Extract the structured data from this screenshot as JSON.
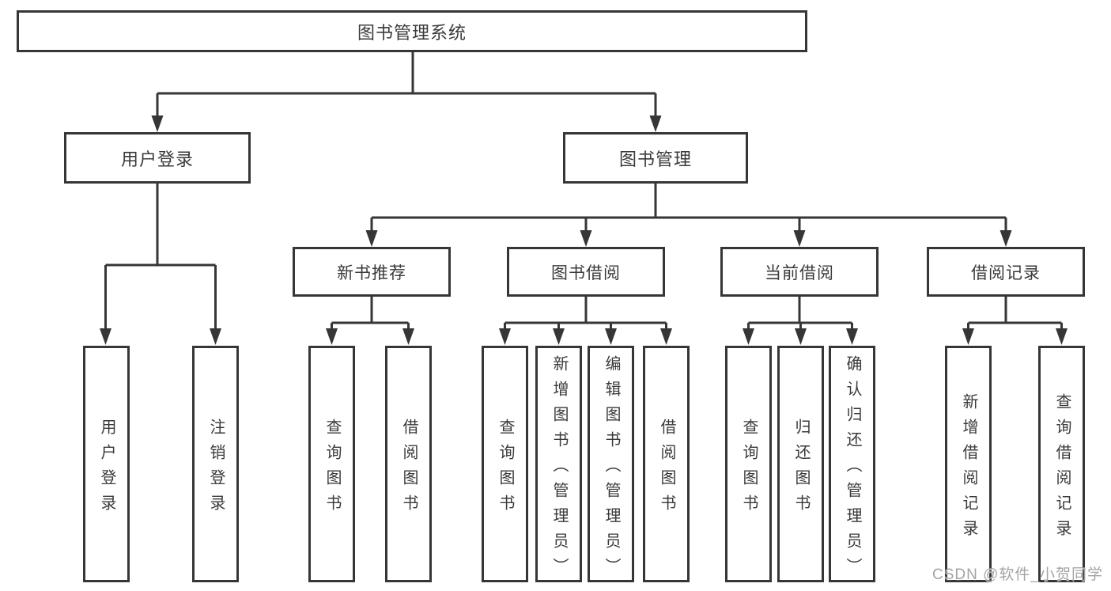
{
  "colors": {
    "line": "#363636",
    "box_border": "#363636",
    "text": "#3a3a3a",
    "watermark": "#949494",
    "background": "#ffffff"
  },
  "watermark": {
    "text": "CSDN @软件_小贺同学"
  },
  "tree": {
    "root": {
      "label": "图书管理系统",
      "children": [
        {
          "label": "用户登录",
          "children": [
            {
              "label": "用户登录"
            },
            {
              "label": "注销登录"
            }
          ]
        },
        {
          "label": "图书管理",
          "children": [
            {
              "label": "新书推荐",
              "children": [
                {
                  "label": "查询图书"
                },
                {
                  "label": "借阅图书"
                }
              ]
            },
            {
              "label": "图书借阅",
              "children": [
                {
                  "label": "查询图书"
                },
                {
                  "label": "新增图书（管理员）"
                },
                {
                  "label": "编辑图书（管理员）"
                },
                {
                  "label": "借阅图书"
                }
              ]
            },
            {
              "label": "当前借阅",
              "children": [
                {
                  "label": "查询图书"
                },
                {
                  "label": "归还图书"
                },
                {
                  "label": "确认归还（管理员）"
                }
              ]
            },
            {
              "label": "借阅记录",
              "children": [
                {
                  "label": "新增借阅记录"
                },
                {
                  "label": "查询借阅记录"
                }
              ]
            }
          ]
        }
      ]
    }
  }
}
